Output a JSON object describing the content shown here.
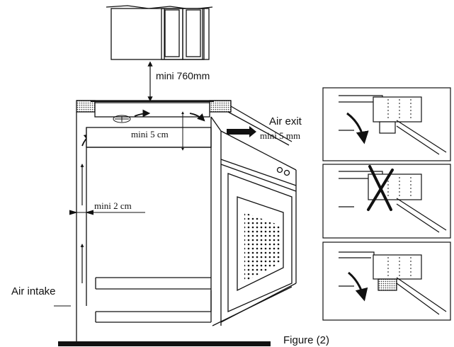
{
  "labels": {
    "mini_760": "mini 760mm",
    "air_exit": "Air exit",
    "mini_5cm": "mini 5 cm",
    "mini_5mm": "mini 5 mm",
    "mini_2cm": "mini 2 cm",
    "air_intake": "Air intake",
    "figure": "Figure (2)"
  },
  "icons": {
    "prohibited": "x-mark-icon",
    "airflow": "arrow-icon",
    "fan": "fan-icon"
  },
  "colors": {
    "ink": "#111111",
    "hatch": "#555555"
  }
}
